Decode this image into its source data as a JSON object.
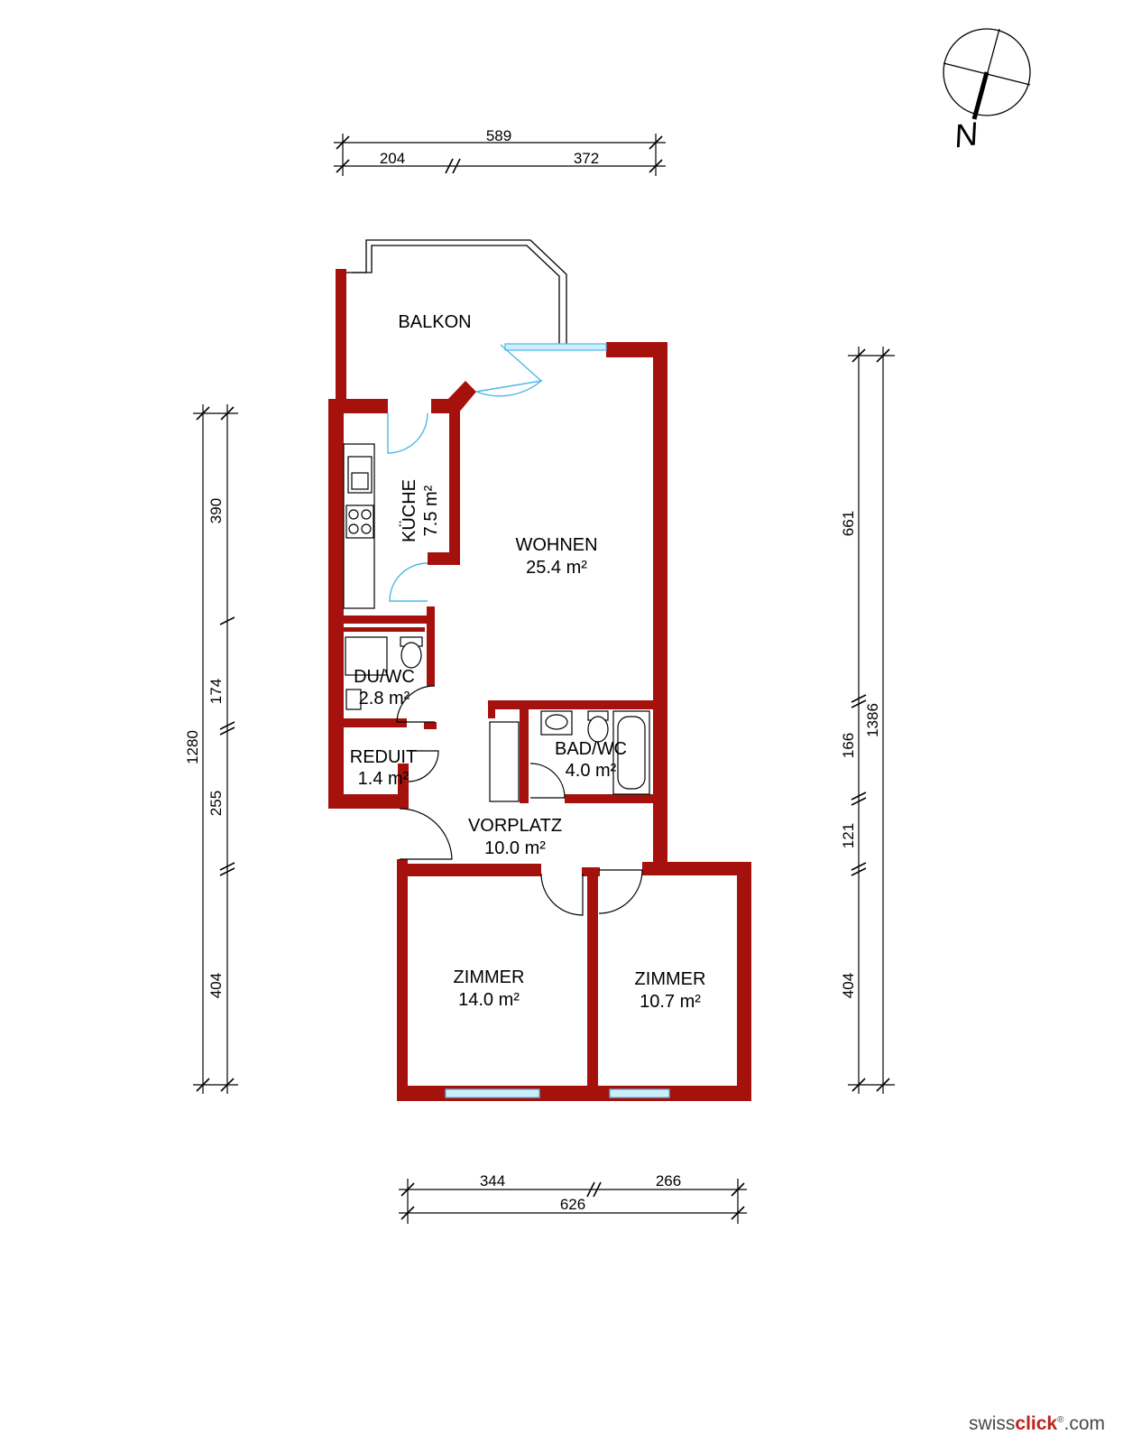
{
  "colors": {
    "wall": "#a5120d",
    "door": "#4db8e6",
    "window_glass": "#cfeefc"
  },
  "north": {
    "label": "N"
  },
  "rooms": [
    {
      "id": "balkon",
      "name": "BALKON"
    },
    {
      "id": "kueche",
      "name": "KÜCHE",
      "area": "7.5 m²"
    },
    {
      "id": "wohnen",
      "name": "WOHNEN",
      "area": "25.4 m²"
    },
    {
      "id": "duwc",
      "name": "DU/WC",
      "area": "2.8 m²"
    },
    {
      "id": "reduit",
      "name": "REDUIT",
      "area": "1.4 m²"
    },
    {
      "id": "badwc",
      "name": "BAD/WC",
      "area": "4.0 m²"
    },
    {
      "id": "vorplatz",
      "name": "VORPLATZ",
      "area": "10.0 m²"
    },
    {
      "id": "zimmer1",
      "name": "ZIMMER",
      "area": "14.0 m²"
    },
    {
      "id": "zimmer2",
      "name": "ZIMMER",
      "area": "10.7 m²"
    }
  ],
  "dimensions": {
    "top_total": "589",
    "top_left": "204",
    "top_right": "372",
    "bottom_left": "344",
    "bottom_right": "266",
    "bottom_total": "626",
    "left_total": "1280",
    "left_1": "390",
    "left_2": "174",
    "left_3": "255",
    "left_4": "404",
    "right_total": "1386",
    "right_1": "661",
    "right_2": "166",
    "right_3": "121",
    "right_4": "404"
  },
  "logo": {
    "prefix": "swiss",
    "highlight": "click",
    "reg": "®",
    "suffix": ".com"
  }
}
